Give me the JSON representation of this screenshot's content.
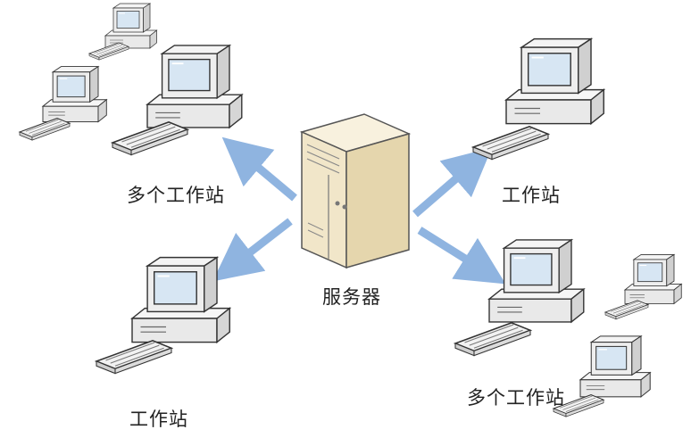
{
  "labels": {
    "top_left": "多个工作站",
    "top_right": "工作站",
    "bottom_left": "工作站",
    "bottom_right": "多个工作站",
    "server": "服务器"
  },
  "colors": {
    "arrow": "#8fb4e0",
    "computer_body": "#eeeeee",
    "computer_outline": "#333333",
    "screen": "#d7e6f3",
    "server_body": "#f3ead2",
    "server_outline": "#555555"
  },
  "icons": {
    "computer": "desktop-computer-icon",
    "server": "server-tower-icon"
  }
}
